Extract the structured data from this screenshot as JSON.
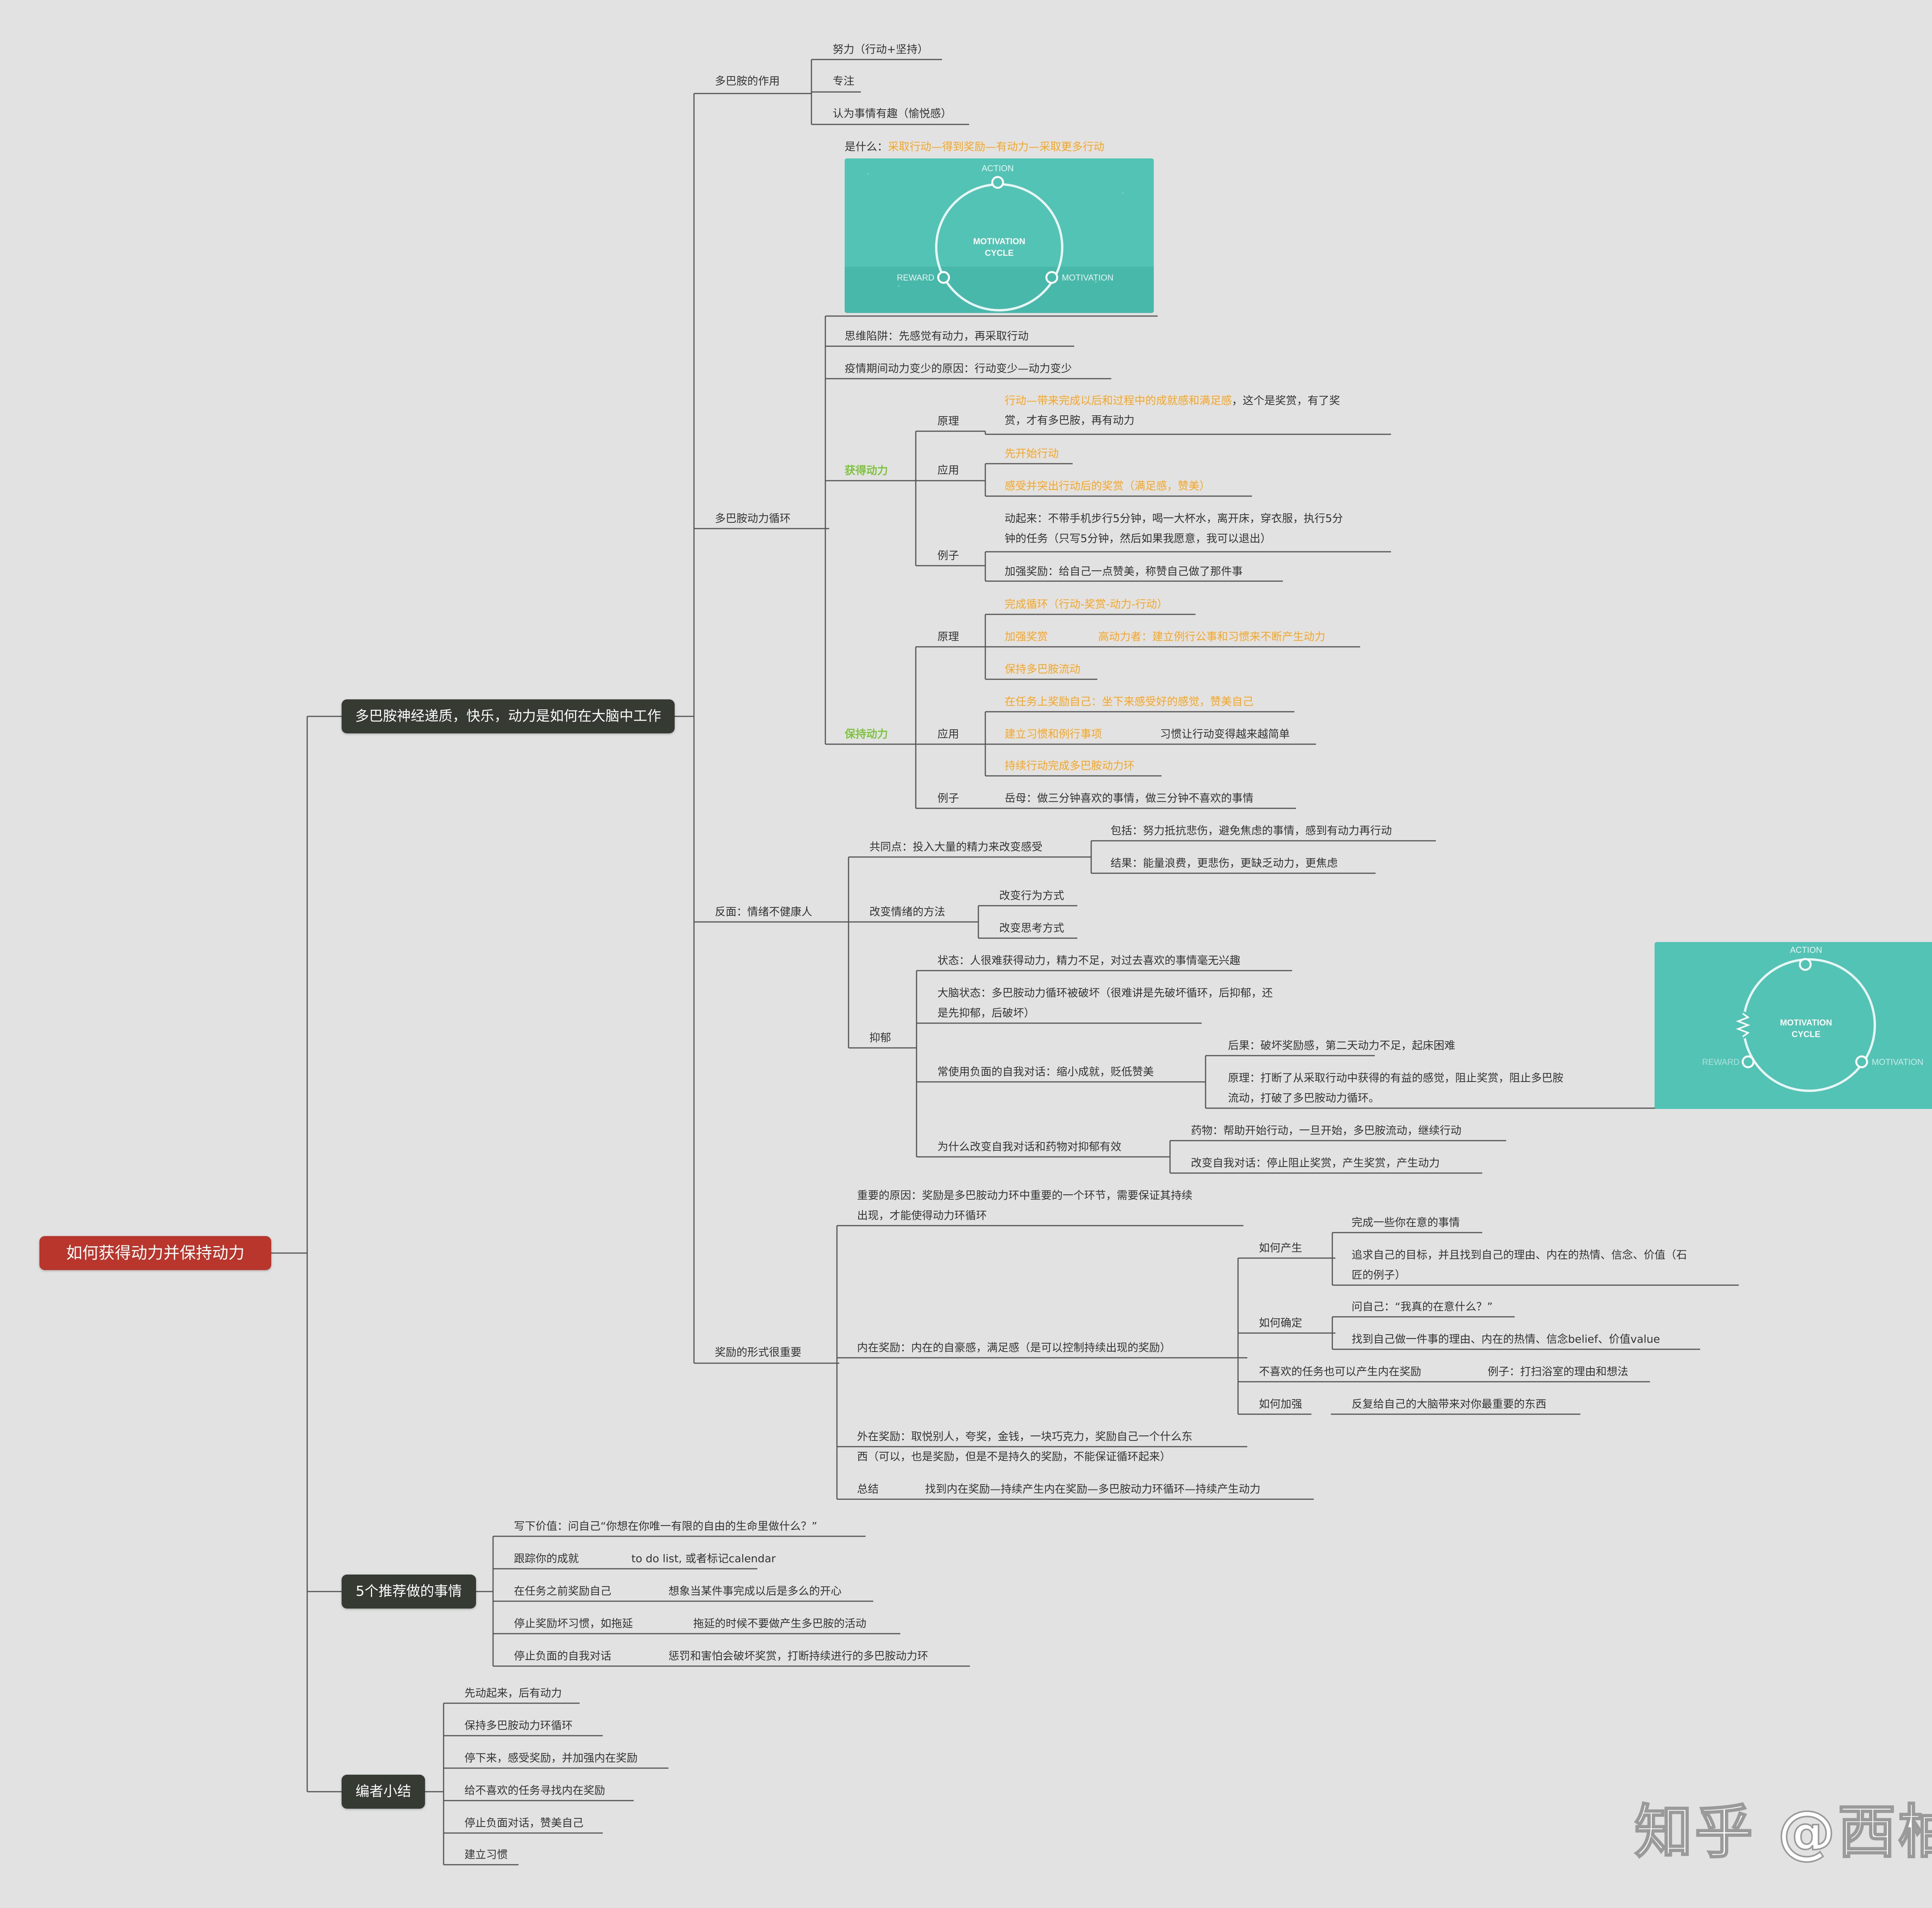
{
  "root": "如何获得动力并保持动力",
  "branch1": {
    "title": "多巴胺神经递质，快乐，动力是如何在大脑中工作",
    "dopamine_role": {
      "label": "多巴胺的作用",
      "items": [
        "努力（行动+坚持）",
        "专注",
        "认为事情有趣（愉悦感）"
      ]
    },
    "cycle": {
      "label": "多巴胺动力循环",
      "what_prefix": "是什么：",
      "what_value": "采取行动—得到奖励—有动力—采取更多行动",
      "image": {
        "action": "ACTION",
        "reward": "REWARD",
        "motivation": "MOTIVATION",
        "center_1": "MOTIVATION",
        "center_2": "CYCLE"
      },
      "trap": "思维陷阱：先感觉有动力，再采取行动",
      "pandemic": "疫情期间动力变少的原因：行动变少—动力变少",
      "gain": {
        "label": "获得动力",
        "principle_label": "原理",
        "principle_hl": "行动—带来完成以后和过程中的成就感和满足感",
        "principle_rest_1": "，这个是奖赏，有了奖",
        "principle_rest_2": "赏，才有多巴胺，再有动力",
        "apply_label": "应用",
        "apply_1": "先开始行动",
        "apply_2": "感受并突出行动后的奖赏（满足感，赞美）",
        "example_label": "例子",
        "example_1a": "动起来：不带手机步行5分钟，喝一大杯水，离开床，穿衣服，执行5分",
        "example_1b": "钟的任务（只写5分钟，然后如果我愿意，我可以退出）",
        "example_2": "加强奖励：给自己一点赞美，称赞自己做了那件事"
      },
      "keep": {
        "label": "保持动力",
        "principle_label": "原理",
        "principle_1": "完成循环（行动-奖赏-动力-行动）",
        "principle_2": "加强奖赏",
        "principle_2b": "高动力者：建立例行公事和习惯来不断产生动力",
        "principle_3": "保持多巴胺流动",
        "apply_label": "应用",
        "apply_1": "在任务上奖励自己：坐下来感受好的感觉，赞美自己",
        "apply_2": "建立习惯和例行事项",
        "apply_2b": "习惯让行动变得越来越简单",
        "apply_3": "持续行动完成多巴胺动力环",
        "example_label": "例子",
        "example_1": "岳母：做三分钟喜欢的事情，做三分钟不喜欢的事情"
      }
    },
    "negative": {
      "label": "反面：情绪不健康人",
      "common": "共同点：投入大量的精力来改变感受",
      "common_1": "包括：努力抵抗悲伤，避免焦虑的事情，感到有动力再行动",
      "common_2": "结果：能量浪费，更悲伤，更缺乏动力，更焦虑",
      "method": "改变情绪的方法",
      "method_1": "改变行为方式",
      "method_2": "改变思考方式",
      "depression": "抑郁",
      "state": "状态：人很难获得动力，精力不足，对过去喜欢的事情毫无兴趣",
      "brain_1": "大脑状态：多巴胺动力循环被破坏（很难讲是先破坏循环，后抑郁，还",
      "brain_2": "是先抑郁，后破坏）",
      "selftalk": "常使用负面的自我对话：缩小成就，贬低赞美",
      "selftalk_1": "后果：破坏奖励感，第二天动力不足，起床困难",
      "selftalk_2a": "原理：打断了从采取行动中获得的有益的感觉，阻止奖赏，阻止多巴胺",
      "selftalk_2b": "流动，打破了多巴胺动力循环。",
      "why": "为什么改变自我对话和药物对抑郁有效",
      "why_1": "药物：帮助开始行动，一旦开始，多巴胺流动，继续行动",
      "why_2": "改变自我对话：停止阻止奖赏，产生奖赏，产生动力",
      "image": {
        "action": "ACTION",
        "reward": "REWARD",
        "motivation": "MOTIVATION",
        "center_1": "MOTIVATION",
        "center_2": "CYCLE"
      }
    },
    "reward": {
      "label": "奖励的形式很重要",
      "important_1": "重要的原因：奖励是多巴胺动力环中重要的一个环节，需要保证其持续",
      "important_2": "出现，才能使得动力环循环",
      "inner": "内在奖励：内在的自豪感，满足感（是可以控制持续出现的奖励）",
      "how_produce": "如何产生",
      "produce_1": "完成一些你在意的事情",
      "produce_2a": "追求自己的目标，并且找到自己的理由、内在的热情、信念、价值（石",
      "produce_2b": "匠的例子）",
      "how_confirm": "如何确定",
      "confirm_1": "问自己：“我真的在意什么？”",
      "confirm_2": "找到自己做一件事的理由、内在的热情、信念belief、价值value",
      "dislike": "不喜欢的任务也可以产生内在奖励",
      "dislike_ex": "例子：打扫浴室的理由和想法",
      "how_strengthen": "如何加强",
      "strengthen_1": "反复给自己的大脑带来对你最重要的东西",
      "outer_1": "外在奖励：取悦别人，夸奖，金钱，一块巧克力，奖励自己一个什么东",
      "outer_2": "西（可以，也是奖励，但是不是持久的奖励，不能保证循环起来）",
      "summary": "总结",
      "summary_text": "找到内在奖励—持续产生内在奖励—多巴胺动力环循环—持续产生动力"
    }
  },
  "branch2": {
    "title": "5个推荐做的事情",
    "items": [
      {
        "a": "写下价值：问自己“你想在你唯一有限的自由的生命里做什么？”",
        "b": ""
      },
      {
        "a": "跟踪你的成就",
        "b": "to do list, 或者标记calendar"
      },
      {
        "a": "在任务之前奖励自己",
        "b": "想象当某件事完成以后是多么的开心"
      },
      {
        "a": "停止奖励坏习惯，如拖延",
        "b": "拖延的时候不要做产生多巴胺的活动"
      },
      {
        "a": "停止负面的自我对话",
        "b": "惩罚和害怕会破坏奖赏，打断持续进行的多巴胺动力环"
      }
    ]
  },
  "branch3": {
    "title": "编者小结",
    "items": [
      "先动起来，后有动力",
      "保持多巴胺动力环循环",
      "停下来，感受奖励，并加强内在奖励",
      "给不喜欢的任务寻找内在奖励",
      "停止负面对话，赞美自己",
      "建立习惯"
    ]
  },
  "watermark": "知乎 @西柚",
  "colors": {
    "root": "#b8362b",
    "main": "#353a33",
    "highlight": "#f5a623",
    "green": "#7dc23c",
    "card": "#52c3b4",
    "line": "#555555"
  }
}
